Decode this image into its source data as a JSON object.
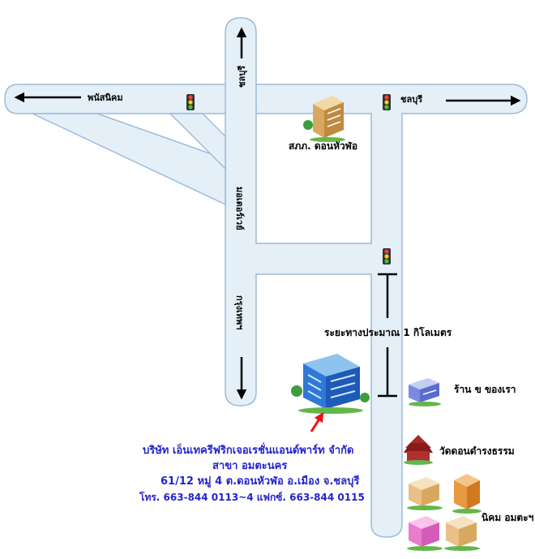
{
  "roads": {
    "west": "พนัสนิคม",
    "east": "ชลบุรี",
    "north": "ชลบุรี",
    "vertical_upper": "มอเตอร์เวย์",
    "vertical_lower": "กรุงเทพฯ"
  },
  "landmarks": {
    "police": "สภภ. ดอนหัวฬ่อ",
    "shop": "ร้าน ข ของเรา",
    "temple": "วัดดอนดำรงธรรม",
    "estate": "นิคม อมตะฯ"
  },
  "distance_label": "ระยะทางประมาณ 1 กิโลเมตร",
  "company": {
    "line1": "บริษัท เอ็นเทครีฟริกเจอเรชั่นแอนด์พาร์ท จำกัด",
    "line2": "สาขา อมตะนคร",
    "line3": "61/12 หมู่ 4 ต.ดอนหัวฬ่อ อ.เมือง จ.ชลบุรี",
    "line4": "โทร. 663-844 0113~4   แฟกซ์. 663-844 0115"
  },
  "colors": {
    "road_fill": "#e4eff8",
    "road_stroke": "#9ebbd6",
    "company_text": "#2323cc",
    "pointer_arrow": "#ee1111"
  }
}
